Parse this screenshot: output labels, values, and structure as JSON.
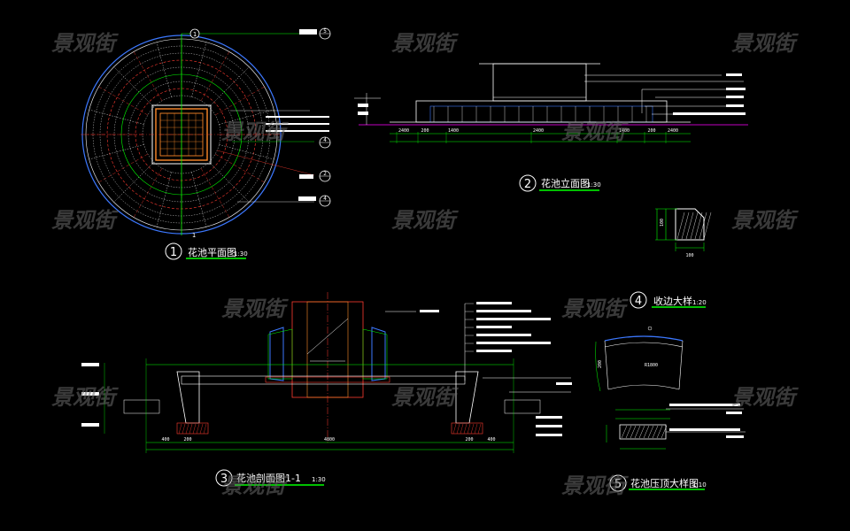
{
  "watermark": "景观街",
  "colors": {
    "background": "#000000",
    "line_white": "#ffffff",
    "line_green": "#00ff00",
    "line_red": "#ff3b30",
    "line_orange": "#ff8a2a",
    "line_blue": "#3c78ff",
    "line_magenta": "#ff00ff",
    "line_cyan": "#00ffff",
    "line_yellow": "#ffff00"
  },
  "views": {
    "plan": {
      "number": "1",
      "title": "花池平面图",
      "scale": "1:30"
    },
    "elevation": {
      "number": "2",
      "title": "花池立面图",
      "scale": "1:30"
    },
    "section": {
      "number": "3",
      "title": "花池剖面图1-1",
      "scale": "1:30"
    },
    "edge_detail": {
      "number": "4",
      "title": "收边大样",
      "scale": "1:20"
    },
    "coping_detail": {
      "number": "5",
      "title": "花池压顶大样图",
      "scale": "1:10"
    }
  },
  "plan_markers": {
    "section_cut_top": "1",
    "section_cut_bottom": "1",
    "ref_a": "5",
    "ref_b": "4",
    "ref_c": "2"
  },
  "elevation_dims": [
    "2400",
    "200",
    "1400",
    "2400",
    "1400",
    "200",
    "2400"
  ],
  "section_dims": [
    "400",
    "200",
    "4800",
    "200",
    "400"
  ],
  "edge_detail_dims": [
    "100",
    "100"
  ],
  "coping_detail_dims": [
    "200",
    "R1800"
  ]
}
